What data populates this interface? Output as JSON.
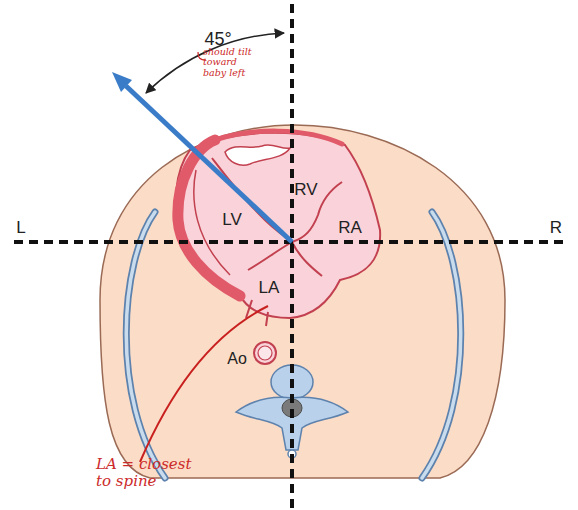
{
  "diagram": {
    "labels": [
      "45°",
      "should tilt toward baby left",
      "RV",
      "LV",
      "RA",
      "LA",
      "L",
      "R",
      "Ao",
      "LA = closest to spine"
    ]
  }
}
